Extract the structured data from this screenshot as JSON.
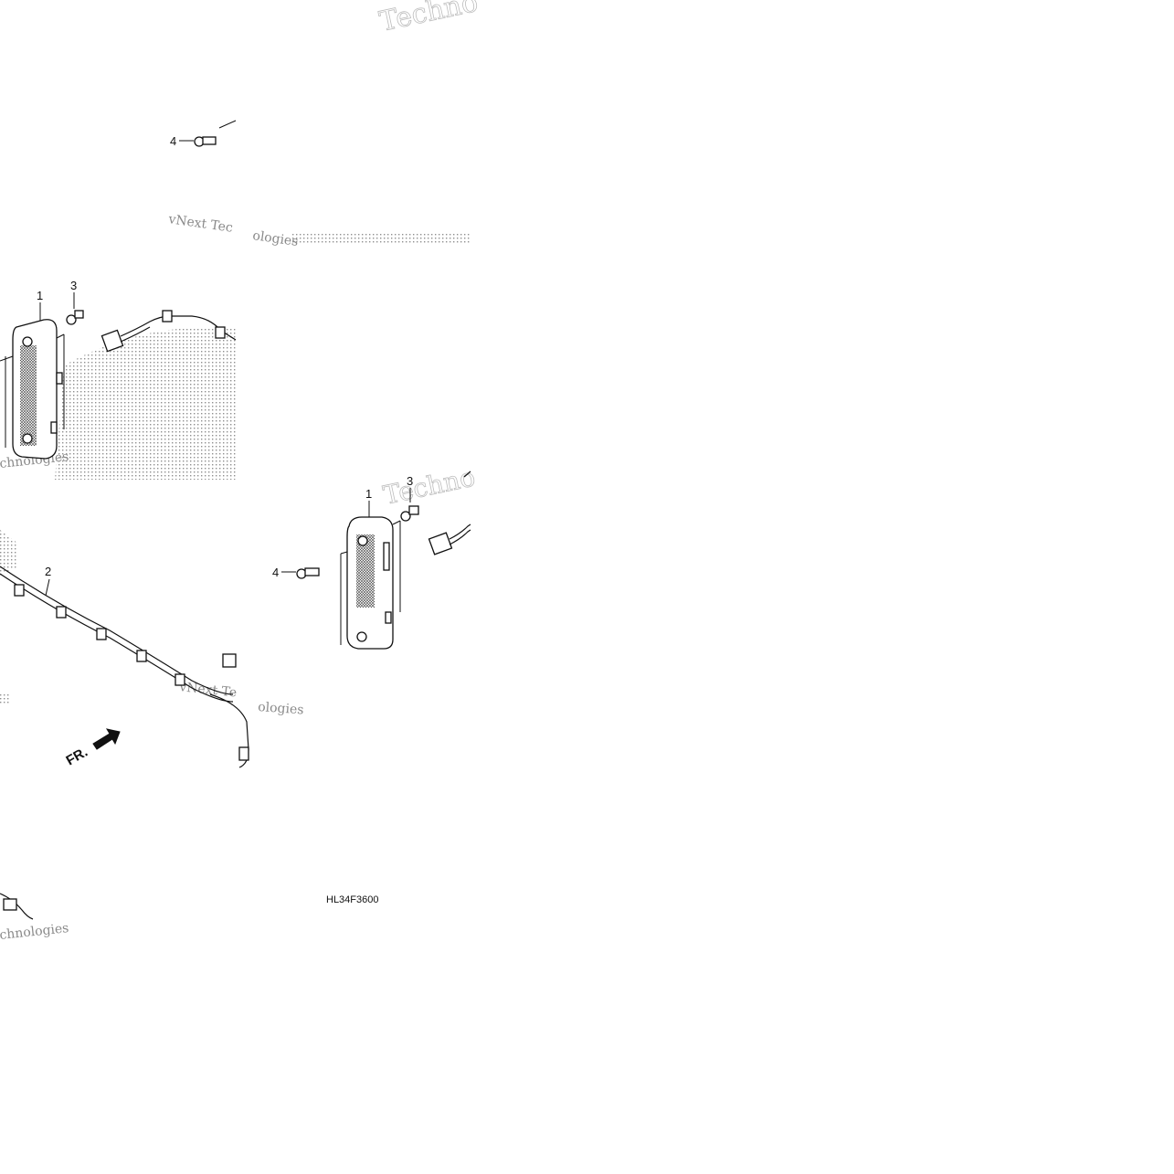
{
  "diagram": {
    "callouts": {
      "bolt_top": "4",
      "lamp_left": "1",
      "collar_left": "3",
      "harness": "2",
      "lamp_right": "1",
      "collar_right": "3",
      "bolt_right": "4"
    },
    "direction_label": "FR.",
    "diagram_code": "HL34F3600"
  },
  "watermark": {
    "brand": "vNext Technologies",
    "fragments": [
      "Techno",
      "vNext Tec",
      "ologies",
      "Techno",
      "chnologies",
      "vNext Te",
      "ologies",
      "chnologies"
    ]
  },
  "colors": {
    "line": "#111111",
    "background": "#ffffff",
    "watermark": "#bdbdbd",
    "stipple": "#9a9a9a"
  }
}
